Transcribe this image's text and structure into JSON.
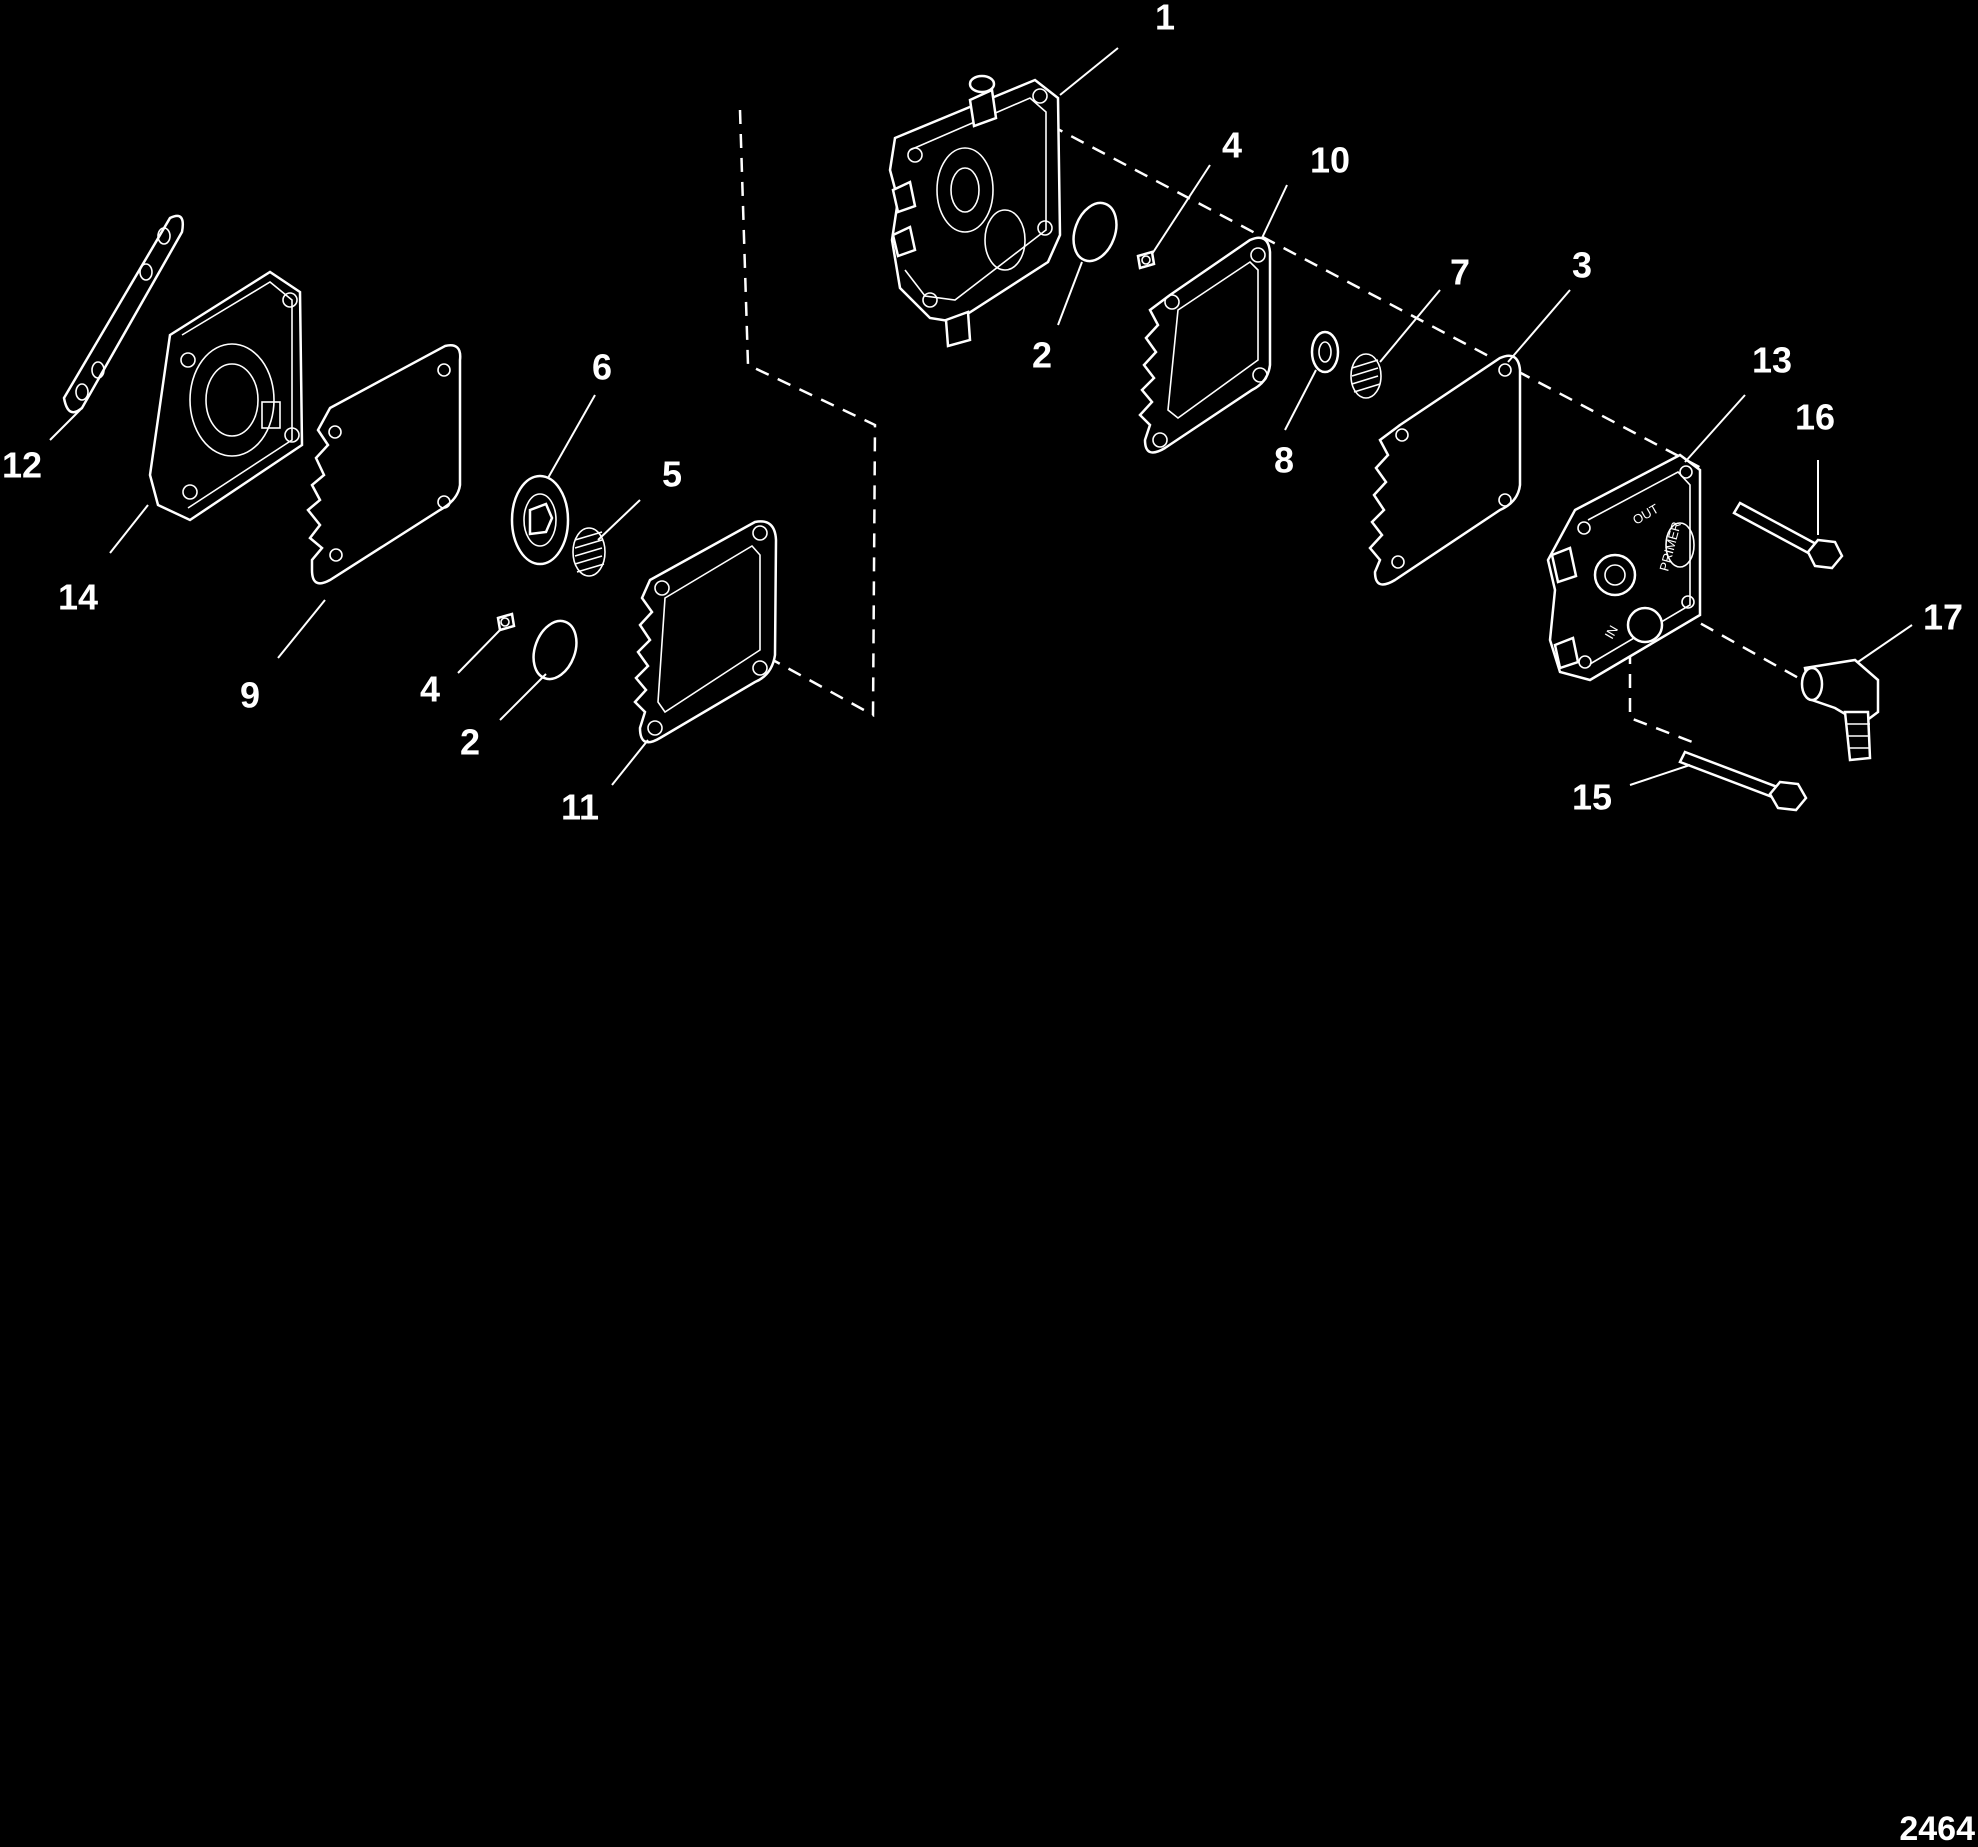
{
  "diagram": {
    "figure_number": "2464",
    "callouts": [
      {
        "id": "c1",
        "text": "1"
      },
      {
        "id": "c2a",
        "text": "2"
      },
      {
        "id": "c2b",
        "text": "2"
      },
      {
        "id": "c3",
        "text": "3"
      },
      {
        "id": "c4a",
        "text": "4"
      },
      {
        "id": "c4b",
        "text": "4"
      },
      {
        "id": "c5",
        "text": "5"
      },
      {
        "id": "c6",
        "text": "6"
      },
      {
        "id": "c7",
        "text": "7"
      },
      {
        "id": "c8",
        "text": "8"
      },
      {
        "id": "c9",
        "text": "9"
      },
      {
        "id": "c10",
        "text": "10"
      },
      {
        "id": "c11",
        "text": "11"
      },
      {
        "id": "c12",
        "text": "12"
      },
      {
        "id": "c13",
        "text": "13"
      },
      {
        "id": "c14",
        "text": "14"
      },
      {
        "id": "c15",
        "text": "15"
      },
      {
        "id": "c16",
        "text": "16"
      },
      {
        "id": "c17",
        "text": "17"
      }
    ],
    "cover_markings": {
      "out": "OUT",
      "primer": "PRIMER",
      "in": "IN"
    }
  }
}
